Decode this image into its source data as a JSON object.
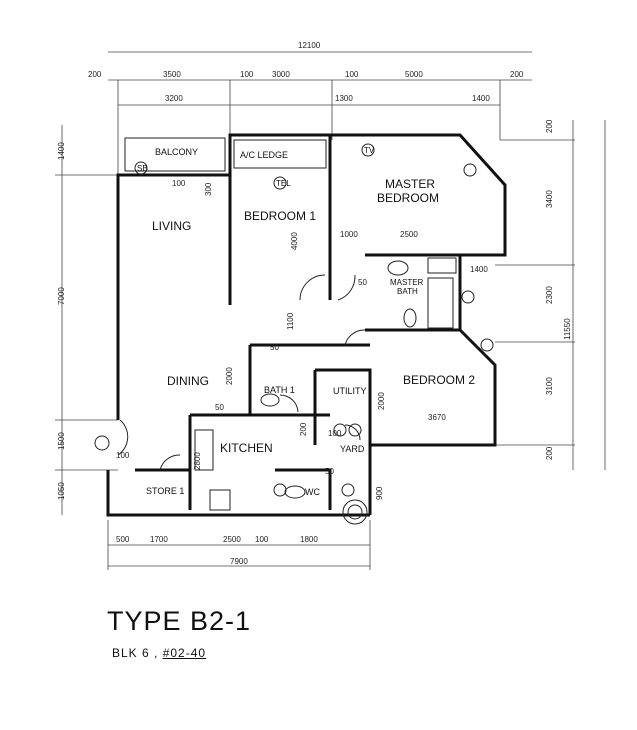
{
  "rooms": {
    "balcony": "BALCONY",
    "ac_ledge": "A/C LEDGE",
    "master_bedroom_1": "MASTER",
    "master_bedroom_2": "BEDROOM",
    "living": "LIVING",
    "bedroom1": "BEDROOM 1",
    "master_bath_1": "MASTER",
    "master_bath_2": "BATH",
    "dining": "DINING",
    "bath1": "BATH 1",
    "utility": "UTILITY",
    "bedroom2": "BEDROOM 2",
    "kitchen": "KITCHEN",
    "yard": "YARD",
    "store1": "STORE 1",
    "wc": "WC"
  },
  "dimensions": {
    "top_total": "12100",
    "top_row": [
      "200",
      "3500",
      "100",
      "3000",
      "100",
      "5000",
      "200"
    ],
    "top_sub": [
      "3200",
      "1300",
      "1400"
    ],
    "left": [
      "1400",
      "7000",
      "1500",
      "1050"
    ],
    "right": [
      "200",
      "3400",
      "2300",
      "3100",
      "200"
    ],
    "right_total": "11550",
    "bottom_row": [
      "500",
      "1700",
      "2500",
      "100",
      "1800"
    ],
    "bottom_total": "7900",
    "interior": [
      "100",
      "300",
      "4000",
      "1000",
      "2500",
      "1400",
      "1100",
      "50",
      "2000",
      "2000",
      "3670",
      "50",
      "100",
      "100",
      "2800",
      "50",
      "50",
      "900",
      "200"
    ]
  },
  "symbols": {
    "tv": "TV",
    "tel": "TEL",
    "sb": "SB"
  },
  "heading": {
    "type": "TYPE B2-1",
    "block": "BLK 6 ,",
    "unit": "#02-40"
  }
}
